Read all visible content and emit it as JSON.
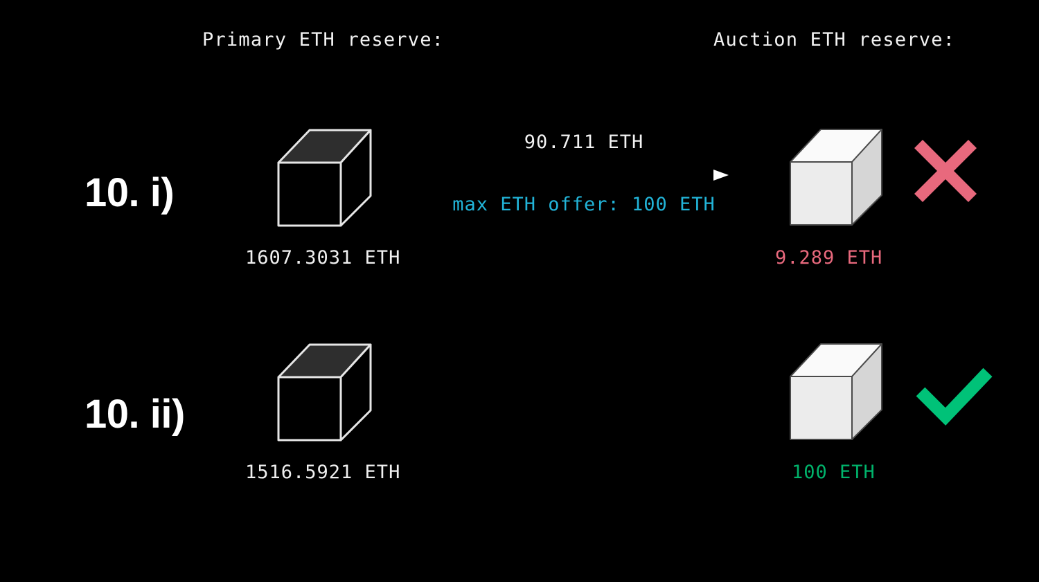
{
  "theme": {
    "background": "#000000",
    "text_primary": "#f2f2f2",
    "accent_cyan": "#22b4d8",
    "accent_red": "#e8697d",
    "accent_green": "#00b36b",
    "cube_outline": "#e6e6e6",
    "cube_top_dark": "#2e2e2e",
    "cube_light_top": "#fafafa",
    "cube_light_front": "#ececec",
    "cube_light_side": "#d6d6d6"
  },
  "headers": {
    "primary": "Primary ETH reserve:",
    "auction": "Auction ETH reserve:"
  },
  "rows": [
    {
      "step_label": "10. i)",
      "primary_value": "1607.3031 ETH",
      "auction_value": "9.289 ETH",
      "auction_value_color": "#e8697d",
      "status": "fail",
      "status_icon": "cross-icon",
      "transfer": {
        "amount": "90.711 ETH",
        "offer": "max ETH offer: 100 ETH",
        "arrow_direction": "right"
      }
    },
    {
      "step_label": "10. ii)",
      "primary_value": "1516.5921 ETH",
      "auction_value": "100 ETH",
      "auction_value_color": "#00b36b",
      "status": "success",
      "status_icon": "check-icon",
      "transfer": null
    }
  ]
}
